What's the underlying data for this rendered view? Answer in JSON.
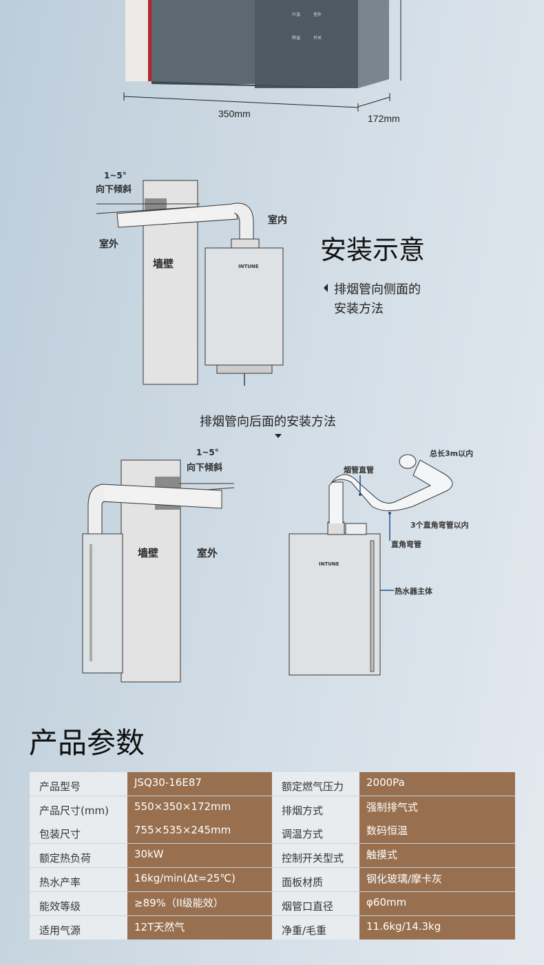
{
  "product_top": {
    "panel_buttons": [
      "升温",
      "室外",
      "降温",
      "开关"
    ],
    "width_label": "350mm",
    "depth_label": "172mm"
  },
  "side_install": {
    "angle": "1~5°",
    "tilt": "向下倾斜",
    "outdoor": "室外",
    "wall": "墙壁",
    "indoor": "室内",
    "title": "安装示意",
    "caption_line1": "排烟管向侧面的",
    "caption_line2": "安装方法"
  },
  "back_install": {
    "caption": "排烟管向后面的安装方法",
    "angle": "1~5°",
    "tilt": "向下倾斜",
    "wall": "墙壁",
    "outdoor": "室外"
  },
  "pipe_diagram": {
    "total_length": "总长3m以内",
    "straight_pipe": "烟管直管",
    "elbow_limit": "3个直角弯管以内",
    "elbow": "直角弯管",
    "body": "热水器主体"
  },
  "brand": "INTUNE",
  "specs": {
    "title": "产品参数",
    "rows": [
      [
        "产品型号",
        "JSQ30-16E87",
        "额定燃气压力",
        "2000Pa"
      ],
      [
        "产品尺寸(mm)",
        "550×350×172mm",
        "排烟方式",
        "强制排气式"
      ],
      [
        "包装尺寸",
        "755×535×245mm",
        "调温方式",
        "数码恒温"
      ],
      [
        "额定热负荷",
        "30kW",
        "控制开关型式",
        "触摸式"
      ],
      [
        "热水产率",
        "16kg/min(Δt=25℃)",
        "面板材质",
        "钢化玻璃/摩卡灰"
      ],
      [
        "能效等级",
        "≥89%（II级能效）",
        "烟管口直径",
        "φ60mm"
      ],
      [
        "适用气源",
        "12T天然气",
        "净重/毛重",
        "11.6kg/14.3kg"
      ]
    ]
  },
  "colors": {
    "brown": "#98704f",
    "label_bg": "#e8ecef",
    "accent_red": "#b5242a"
  }
}
